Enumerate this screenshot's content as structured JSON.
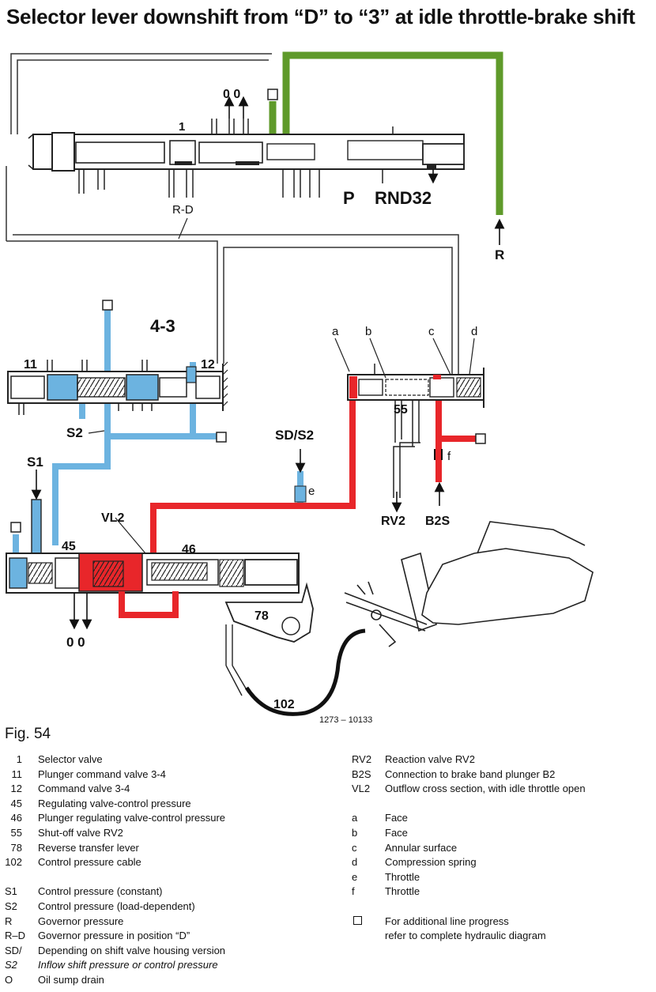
{
  "title": "Selector lever downshift from “D” to “3” at idle throttle-brake shift",
  "figure_label": "Fig. 54",
  "colors": {
    "green": "#5f9a2a",
    "red": "#e8262a",
    "blue": "#6cb3e0",
    "line": "#222222"
  },
  "diagram_labels": {
    "selector_valve": "1",
    "selector_outlets": "0 0",
    "positions_p": "P",
    "positions_rnd32": "RND32",
    "rd": "R-D",
    "r": "R",
    "valve_43": "4-3",
    "l11": "11",
    "l12": "12",
    "s2": "S2",
    "s1": "S1",
    "sd_s2": "SD/S2",
    "e": "e",
    "f": "f",
    "a": "a",
    "b": "b",
    "c": "c",
    "d": "d",
    "l55": "55",
    "rv2": "RV2",
    "b2s": "B2S",
    "vl2": "VL2",
    "l45": "45",
    "l46": "46",
    "l78": "78",
    "l102": "102",
    "bottom_outlets": "0 0",
    "part_no": "1273 – 10133"
  },
  "legend_left": [
    {
      "key": "1",
      "text": "Selector valve"
    },
    {
      "key": "11",
      "text": "Plunger command valve 3-4"
    },
    {
      "key": "12",
      "text": "Command valve 3-4"
    },
    {
      "key": "45",
      "text": "Regulating valve-control pressure"
    },
    {
      "key": "46",
      "text": "Plunger regulating valve-control pressure"
    },
    {
      "key": "55",
      "text": "Shut-off valve RV2"
    },
    {
      "key": "78",
      "text": "Reverse transfer lever"
    },
    {
      "key": "102",
      "text": "Control pressure cable"
    }
  ],
  "legend_left2": [
    {
      "key": "S1",
      "text": "Control pressure (constant)"
    },
    {
      "key": "S2",
      "text": "Control pressure (load-dependent)"
    },
    {
      "key": "R",
      "text": "Governor pressure"
    },
    {
      "key": "R–D",
      "text": "Governor pressure in position “D”"
    },
    {
      "key": "SD/",
      "text": "Depending on shift valve housing version"
    },
    {
      "key": "S2",
      "text": "Inflow shift pressure or control pressure"
    },
    {
      "key": "O",
      "text": "Oil sump drain"
    }
  ],
  "legend_right": [
    {
      "key": "RV2",
      "text": "Reaction valve RV2"
    },
    {
      "key": "B2S",
      "text": "Connection to brake band plunger B2"
    },
    {
      "key": "VL2",
      "text": "Outflow cross section, with idle throttle open"
    }
  ],
  "legend_right2": [
    {
      "key": "a",
      "text": "Face"
    },
    {
      "key": "b",
      "text": "Face"
    },
    {
      "key": "c",
      "text": "Annular surface"
    },
    {
      "key": "d",
      "text": "Compression spring"
    },
    {
      "key": "e",
      "text": "Throttle"
    },
    {
      "key": "f",
      "text": "Throttle"
    }
  ],
  "legend_note": {
    "line1": "For additional line progress",
    "line2": "refer to complete hydraulic diagram"
  }
}
